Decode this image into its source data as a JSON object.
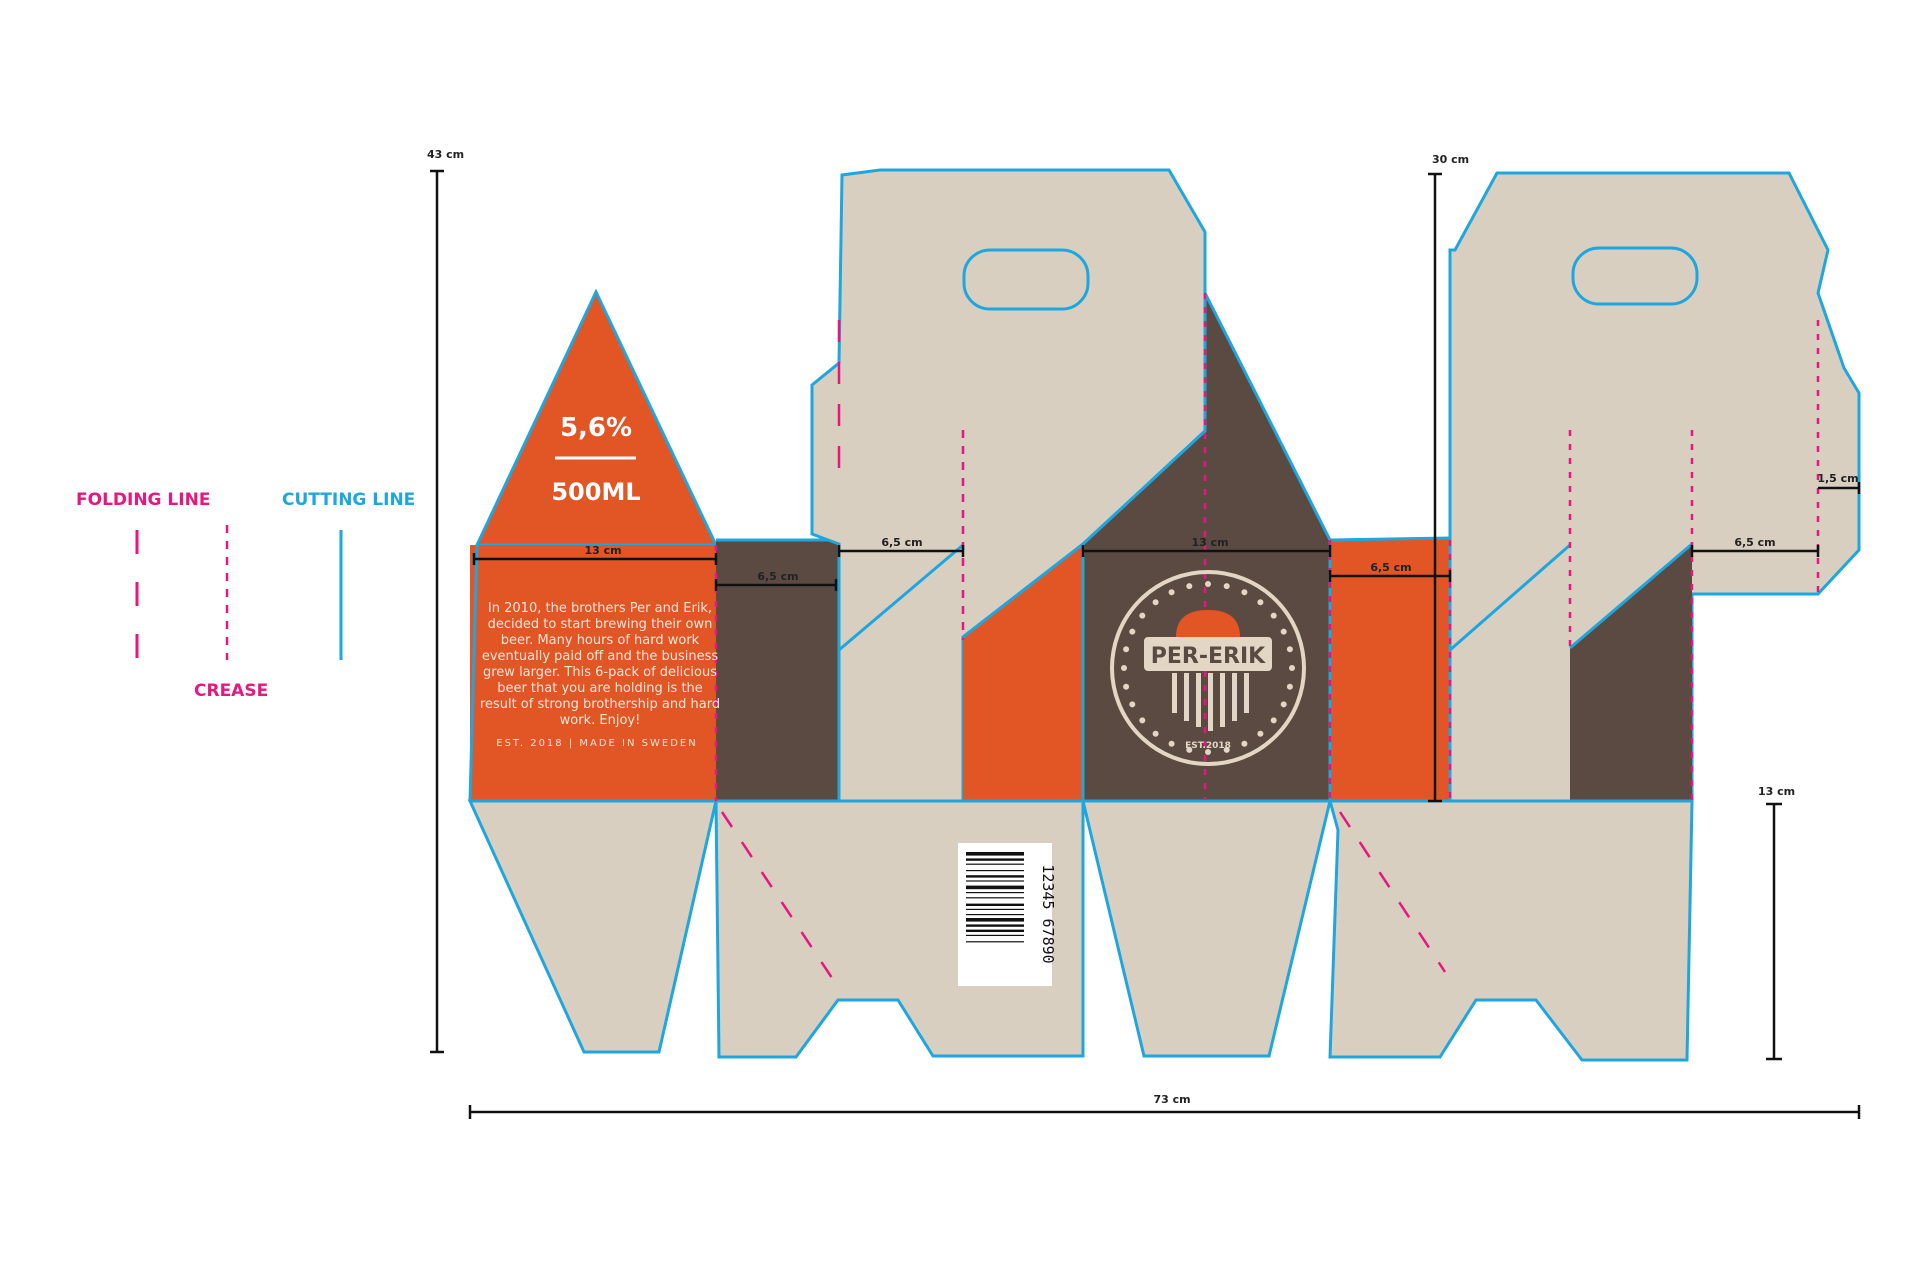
{
  "colors": {
    "cardboard": "#d9cfc1",
    "orange": "#e15624",
    "brown": "#5a4a42",
    "cut_line": "#1ea6de",
    "fold_line": "#e6177f",
    "logo_cream": "#e3d6c5",
    "dimension": "#111111"
  },
  "legend": {
    "folding_line": "FOLDING LINE",
    "cutting_line": "CUTTING LINE",
    "crease": "CREASE"
  },
  "label": {
    "abv": "5,6%",
    "volume": "500ML",
    "story_lines": [
      "In 2010, the brothers Per and Erik,",
      "decided to start brewing their own",
      "beer. Many hours of hard work",
      "eventually paid off and the business",
      "grew larger. This 6-pack of delicious",
      "beer that you are holding is the",
      "result of strong brothership and hard",
      "work. Enjoy!"
    ],
    "footer": "EST. 2018 | MADE IN SWEDEN"
  },
  "logo": {
    "brand": "PER-ERIK",
    "est": "EST.2018",
    "icon": "beer-tap-logo-icon"
  },
  "barcode": {
    "number": "12345 67890",
    "icon": "barcode-icon"
  },
  "dimensions": {
    "total_height": "43 cm",
    "total_width": "73 cm",
    "handle_height": "30 cm",
    "bottom_height": "13 cm",
    "panel_13_left": "13 cm",
    "panel_13_center": "13 cm",
    "panel_65_a": "6,5 cm",
    "panel_65_b": "6,5 cm",
    "panel_65_c": "6,5 cm",
    "panel_65_d": "6,5 cm",
    "flap_15": "1,5 cm"
  }
}
